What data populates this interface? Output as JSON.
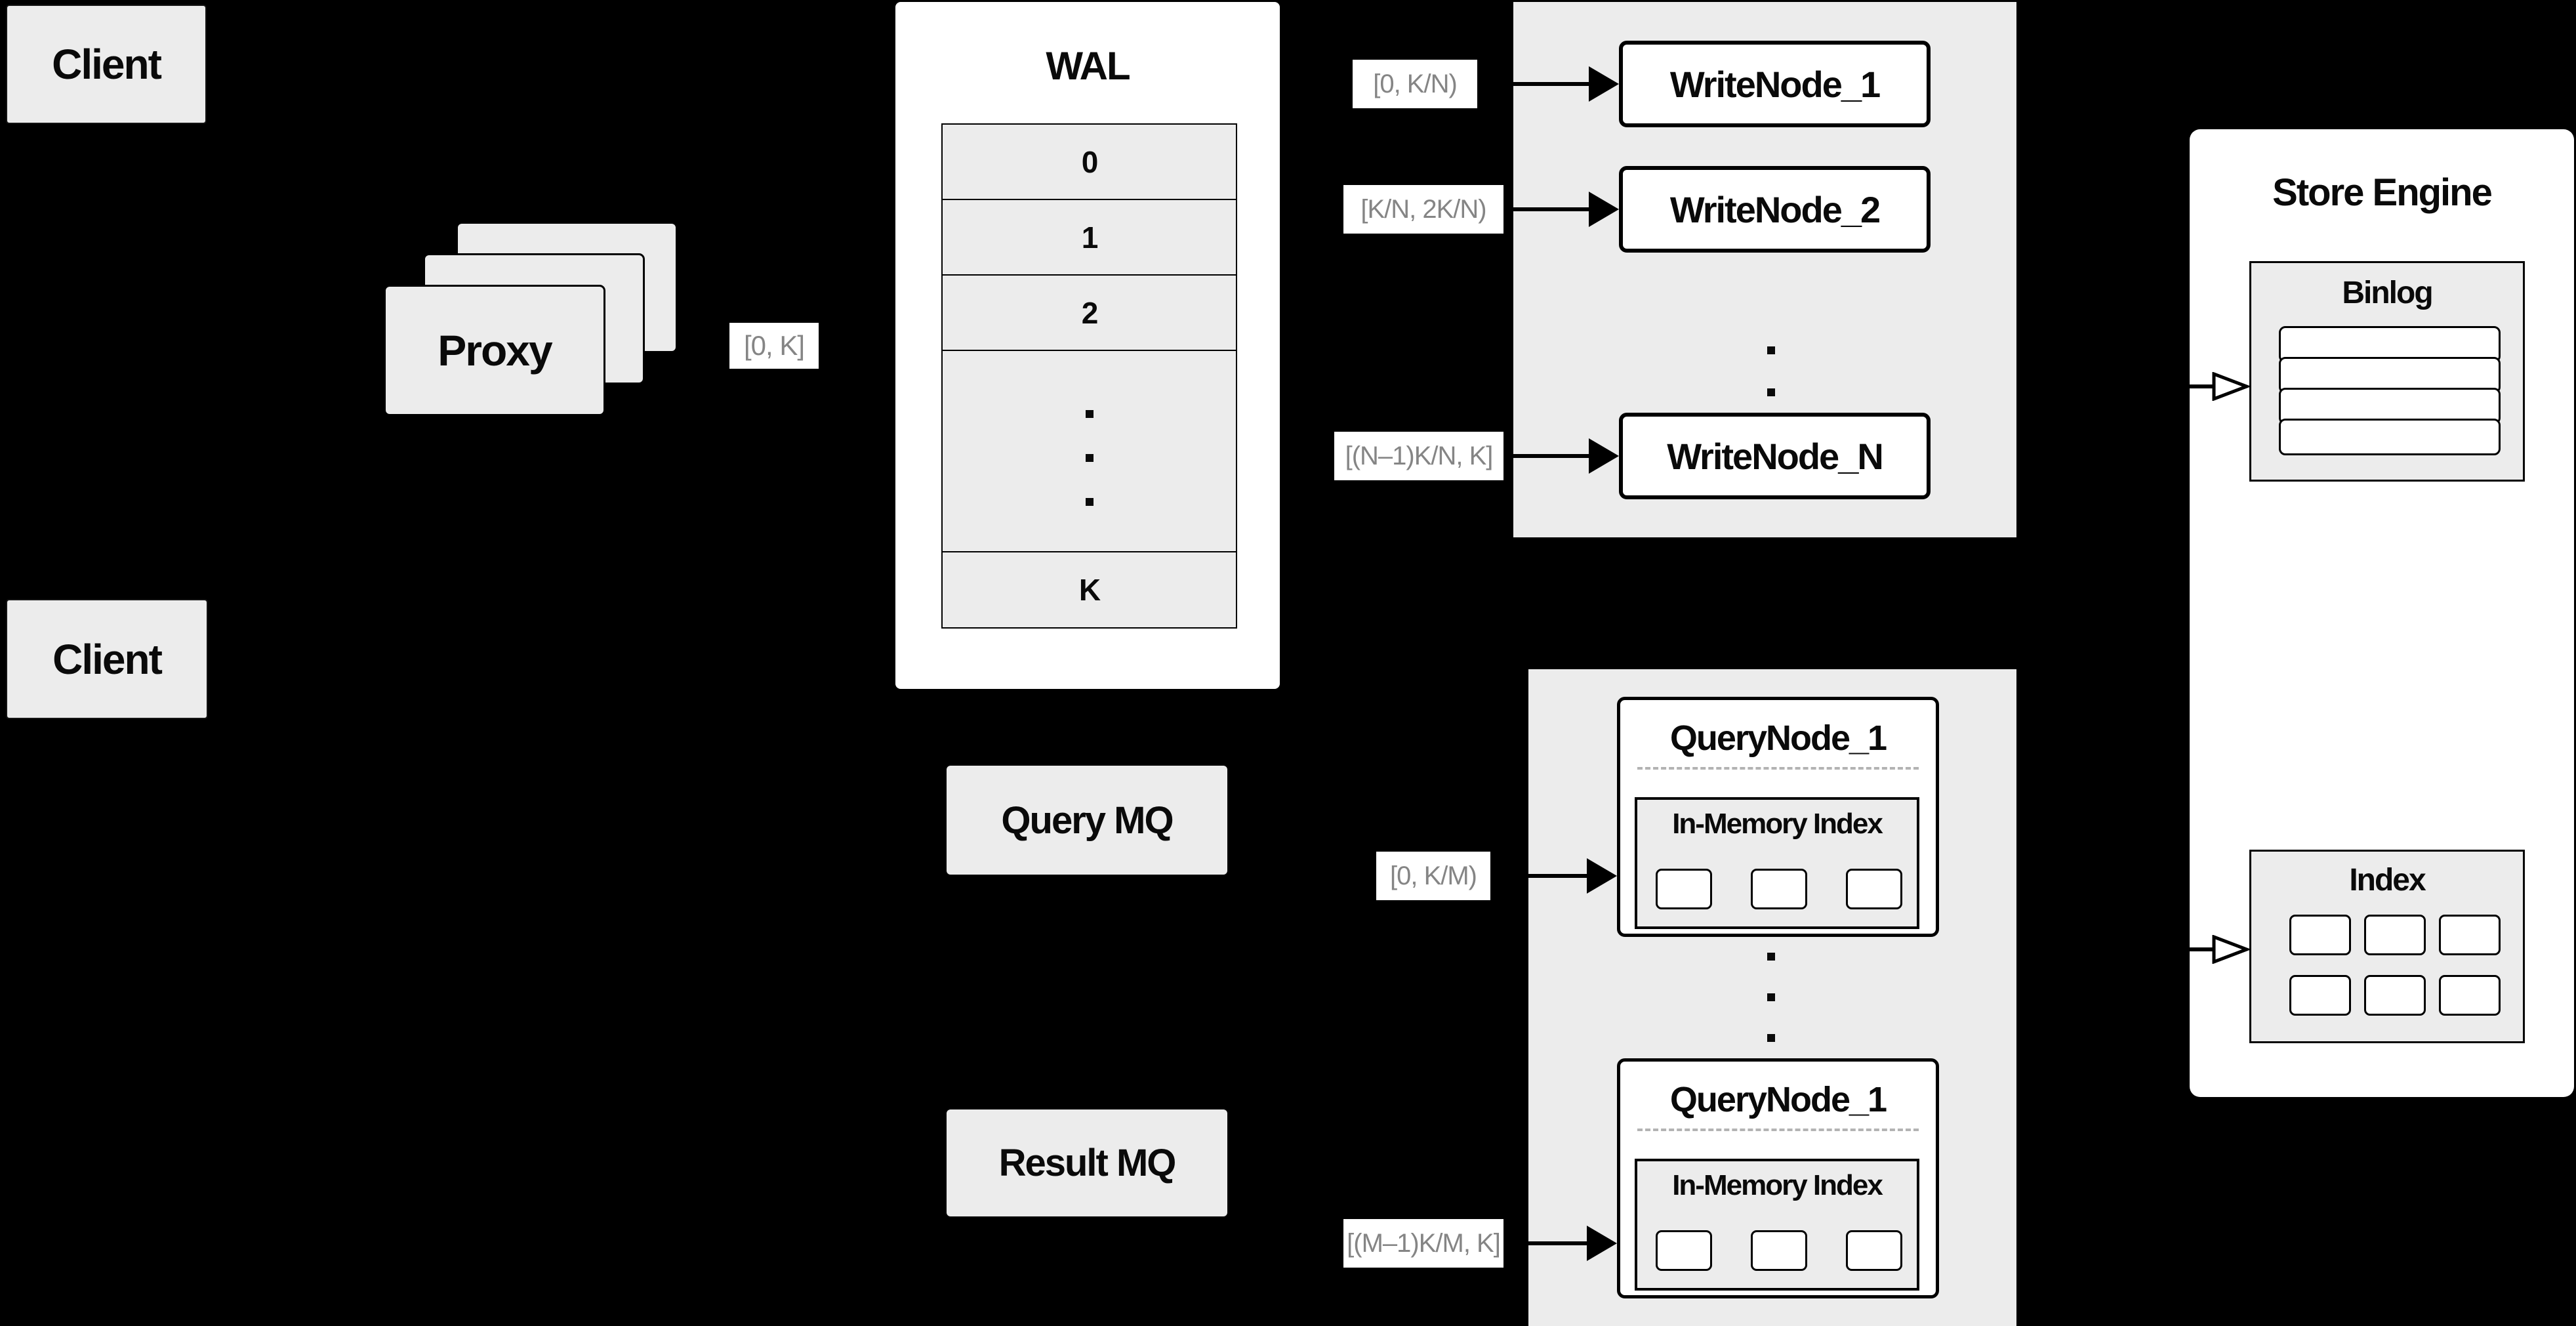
{
  "colors": {
    "background": "#000000",
    "box_gray": "#ececec",
    "box_white": "#ffffff",
    "border": "#000000",
    "range_label_text": "#858585",
    "divider_dash": "#b3b3b3"
  },
  "clients": {
    "top": "Client",
    "bottom": "Client"
  },
  "proxy": {
    "label": "Proxy",
    "range_label": "[0, K]"
  },
  "wal": {
    "title": "WAL",
    "rows": [
      "0",
      "1",
      "2",
      "K"
    ],
    "dot": "."
  },
  "mq": {
    "query": "Query MQ",
    "result": "Result MQ"
  },
  "write_cluster": {
    "nodes": [
      "WriteNode_1",
      "WriteNode_2",
      "WriteNode_N"
    ],
    "range_labels": [
      "[0, K/N)",
      "[K/N, 2K/N)",
      "[(N–1)K/N, K]"
    ],
    "dot": "."
  },
  "query_cluster": {
    "nodes": [
      {
        "title": "QueryNode_1",
        "inner_title": "In-Memory Index"
      },
      {
        "title": "QueryNode_1",
        "inner_title": "In-Memory Index"
      }
    ],
    "range_labels": [
      "[0, K/M)",
      "[(M–1)K/M, K]"
    ],
    "dot": "."
  },
  "store_engine": {
    "title": "Store Engine",
    "binlog": "Binlog",
    "index": "Index"
  }
}
